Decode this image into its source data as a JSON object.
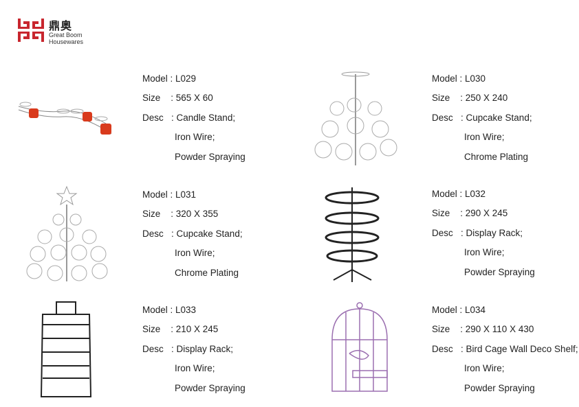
{
  "brand": {
    "name_cn": "鼎奥",
    "name_en_1": "Great Boom",
    "name_en_2": "Housewares",
    "color": "#c8262e"
  },
  "products": [
    {
      "model": "Model : L029",
      "size": "Size    : 565 X 60",
      "desc": "Desc   : Candle Stand;",
      "d2": "Iron Wire;",
      "d3": "Powder Spraying"
    },
    {
      "model": "Model : L030",
      "size": "Size    : 250 X 240",
      "desc": "Desc   : Cupcake Stand;",
      "d2": "Iron Wire;",
      "d3": "Chrome Plating"
    },
    {
      "model": "Model : L031",
      "size": "Size    : 320 X 355",
      "desc": "Desc   : Cupcake Stand;",
      "d2": "Iron Wire;",
      "d3": "Chrome Plating"
    },
    {
      "model": "Model : L032",
      "size": "Size    : 290 X 245",
      "desc": "Desc   : Display Rack;",
      "d2": "Iron Wire;",
      "d3": "Powder Spraying"
    },
    {
      "model": "Model : L033",
      "size": "Size    : 210 X 245",
      "desc": "Desc   : Display Rack;",
      "d2": "Iron Wire;",
      "d3": "Powder Spraying"
    },
    {
      "model": "Model : L034",
      "size": "Size    : 290 X 110 X 430",
      "desc": "Desc   : Bird Cage Wall Deco Shelf;",
      "d2": "Iron Wire;",
      "d3": "Powder Spraying"
    }
  ]
}
